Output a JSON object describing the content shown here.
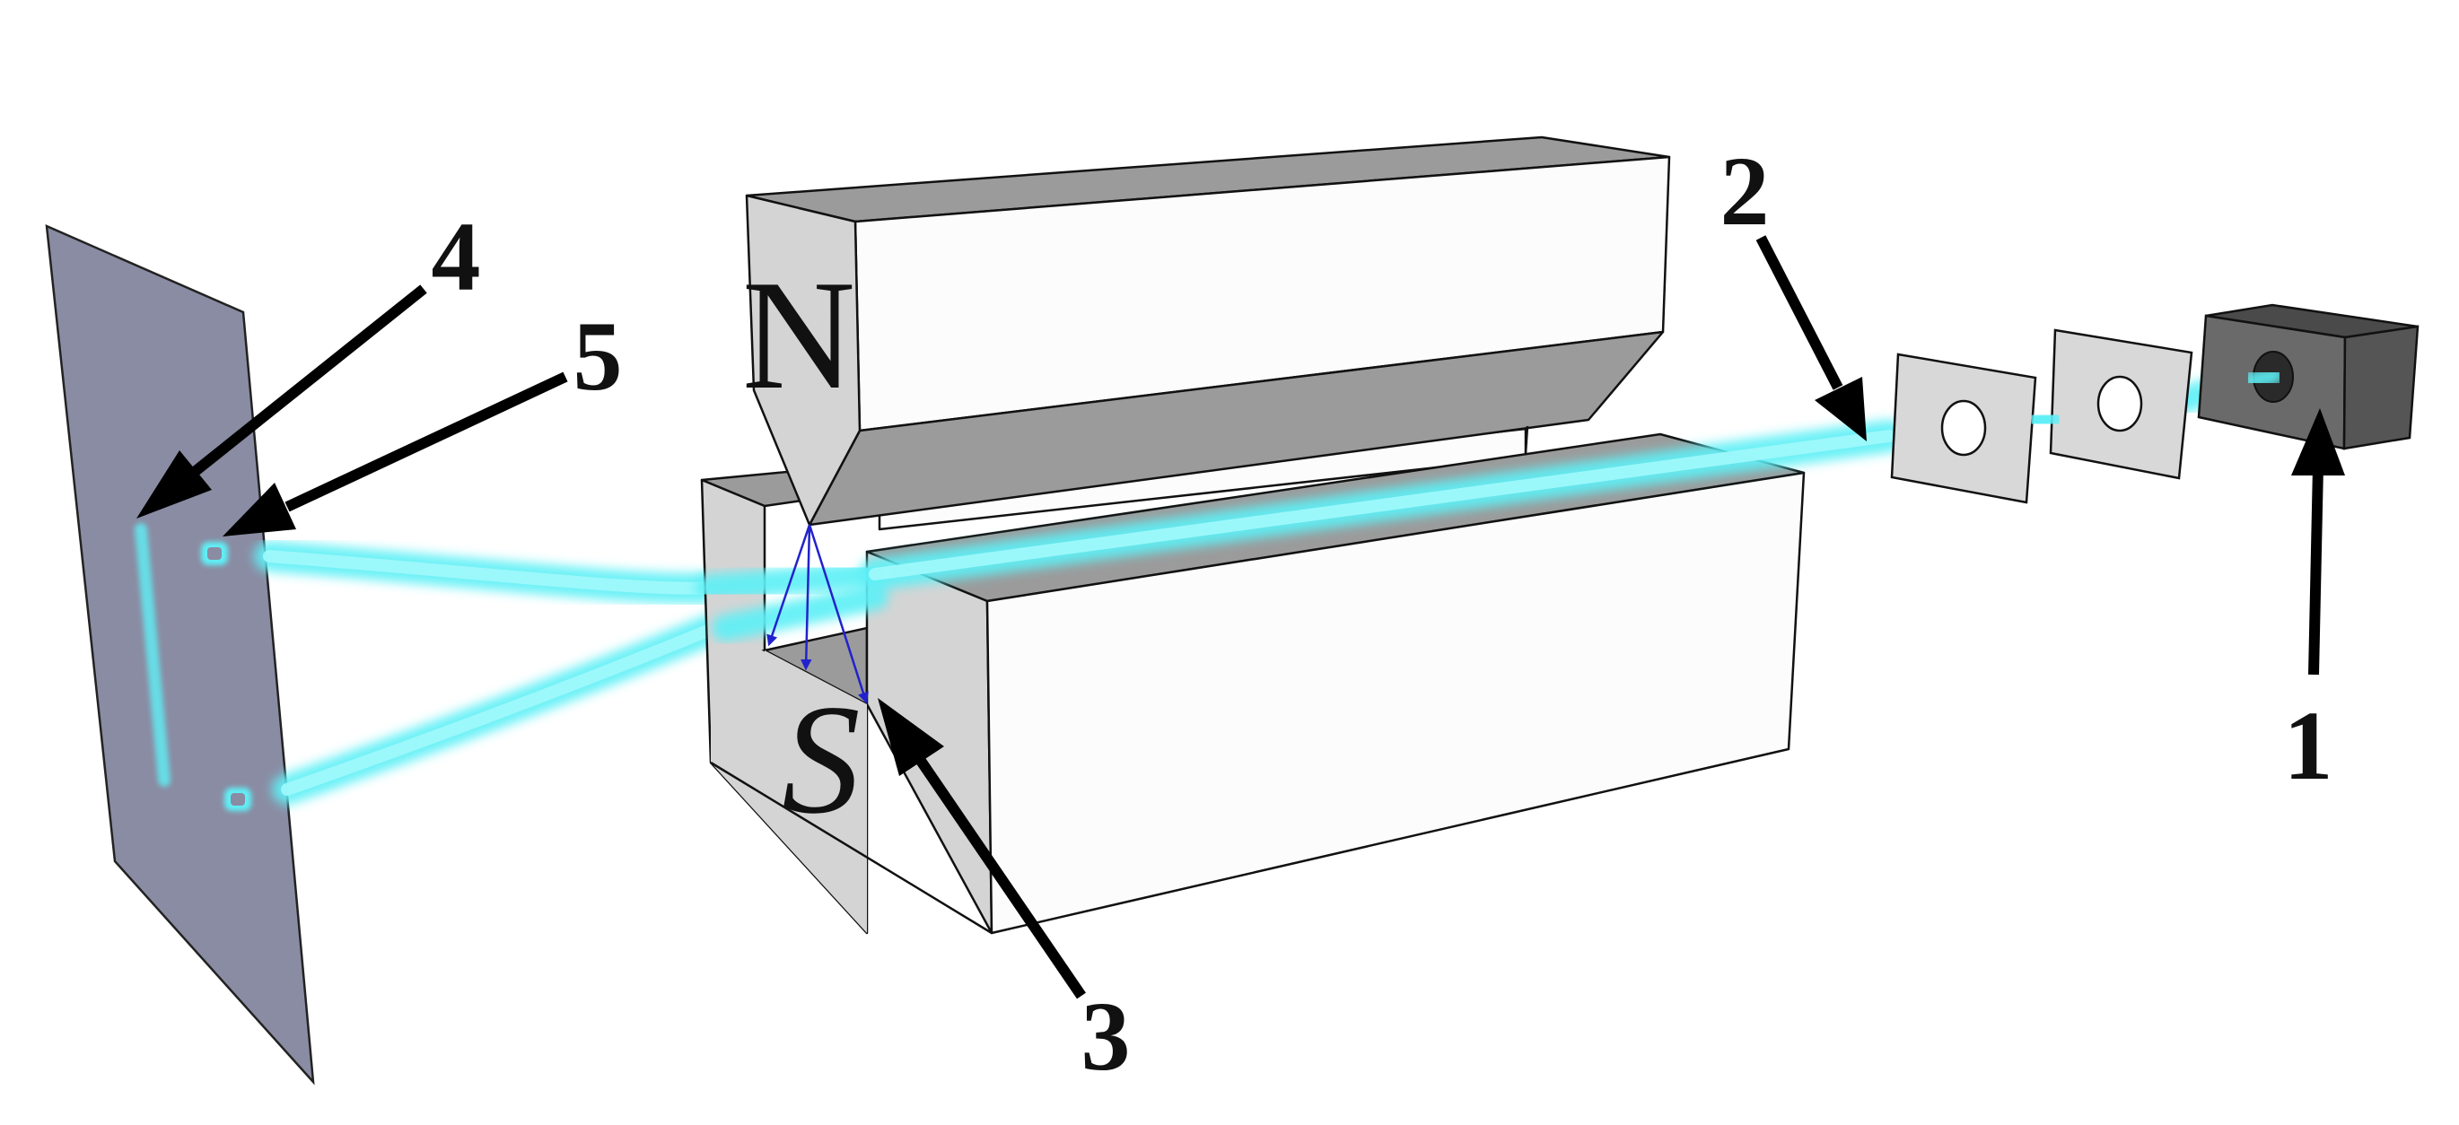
{
  "figure": {
    "magnet": {
      "north_label": "N",
      "south_label": "S"
    },
    "callouts": [
      {
        "id": "1",
        "label": "1"
      },
      {
        "id": "2",
        "label": "2"
      },
      {
        "id": "3",
        "label": "3"
      },
      {
        "id": "4",
        "label": "4"
      },
      {
        "id": "5",
        "label": "5"
      }
    ],
    "colors": {
      "beam": "#5ff0f6",
      "screen": "#8a8ca3",
      "magnet_top": "#9b9b9b",
      "magnet_end": "#d4d4d4",
      "magnet_face": "#fcfcfc",
      "source": "#6a6a6a",
      "field_arrows": "#2222cc",
      "plates": "#d8d8d8"
    }
  }
}
